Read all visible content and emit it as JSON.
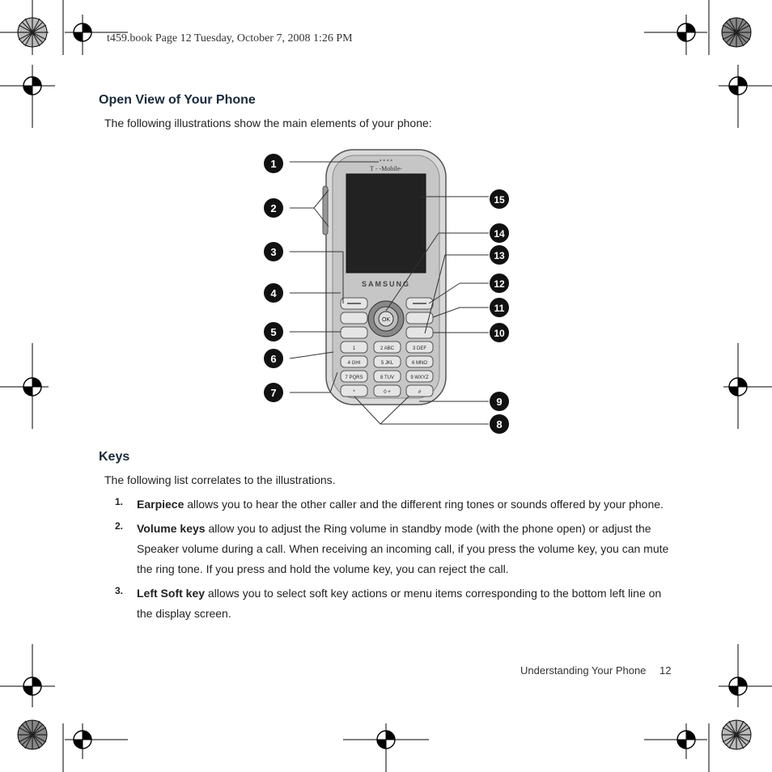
{
  "slug_line": "t459.book  Page 12  Tuesday, October 7, 2008  1:26 PM",
  "section_title": "Open View of Your Phone",
  "section_intro": "The following illustrations show the main elements of your phone:",
  "phone": {
    "brand": "SAMSUNG",
    "carrier": "T - -Mobile-",
    "ok_label": "OK",
    "callouts_left": [
      "1",
      "2",
      "3",
      "4",
      "5",
      "6",
      "7"
    ],
    "callouts_right": [
      "15",
      "14",
      "13",
      "12",
      "11",
      "10",
      "9",
      "8"
    ],
    "keypad": [
      [
        "1",
        "2 ABC",
        "3 DEF"
      ],
      [
        "4 GHI",
        "5 JKL",
        "6 MNO"
      ],
      [
        "7 PQRS",
        "8 TUV",
        "9 WXYZ"
      ],
      [
        "*",
        "0 +",
        "#"
      ]
    ]
  },
  "keys_title": "Keys",
  "keys_intro": "The following list correlates to the illustrations.",
  "items": [
    {
      "num": "1.",
      "term": "Earpiece",
      "desc": " allows you to hear the other caller and the different ring tones or sounds offered by your phone."
    },
    {
      "num": "2.",
      "term": "Volume keys",
      "desc": " allow you to adjust the Ring volume in standby mode (with the phone open) or adjust the Speaker volume during a call. When receiving an incoming call, if you press the volume key, you can mute the ring tone. If you press and hold the volume key, you can reject the call."
    },
    {
      "num": "3.",
      "term": "Left Soft key",
      "desc": " allows you to select soft key actions or menu items corresponding to the bottom left line on the display screen."
    }
  ],
  "footer": {
    "section": "Understanding Your Phone",
    "page": "12"
  }
}
